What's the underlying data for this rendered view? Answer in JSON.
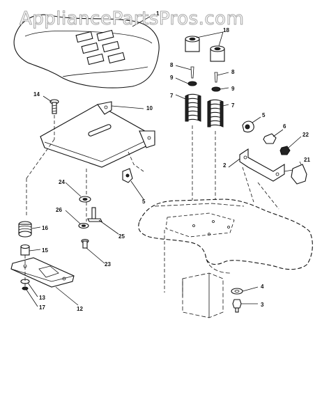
{
  "watermark": "AppliancePartsPros.com",
  "callouts": {
    "c1": "1",
    "c2": "2",
    "c3": "3",
    "c4": "4",
    "c5a": "5",
    "c5b": "5",
    "c6": "6",
    "c7a": "7",
    "c7b": "7",
    "c8a": "8",
    "c8b": "8",
    "c9a": "9",
    "c9b": "9",
    "c10": "10",
    "c12": "12",
    "c13": "13",
    "c14": "14",
    "c15": "15",
    "c16": "16",
    "c17": "17",
    "c18": "18",
    "c21": "21",
    "c22": "22",
    "c23": "23",
    "c24": "24",
    "c25": "25",
    "c26": "26"
  }
}
